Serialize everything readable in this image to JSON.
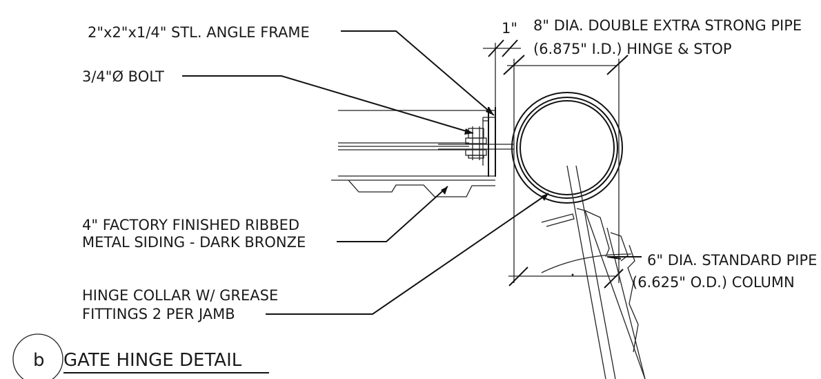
{
  "labels": {
    "angle_frame": "2\"x2\"x1/4\" STL. ANGLE FRAME",
    "bolt": "3/4\"Ø BOLT",
    "siding_line1": "4\" FACTORY FINISHED RIBBED",
    "siding_line2": "METAL SIDING - DARK BRONZE",
    "collar_line1": "HINGE COLLAR W/ GREASE",
    "collar_line2": "FITTINGS 2 PER JAMB",
    "dim_1in": "1\"",
    "pipe8_line1": "8\" DIA. DOUBLE EXTRA STRONG PIPE",
    "pipe8_line2": "(6.875\" I.D.) HINGE & STOP",
    "pipe6_line1": "6\" DIA. STANDARD PIPE",
    "pipe6_line2": "(6.625\" O.D.) COLUMN"
  },
  "title": {
    "letter": "b",
    "text": "GATE HINGE DETAIL"
  }
}
